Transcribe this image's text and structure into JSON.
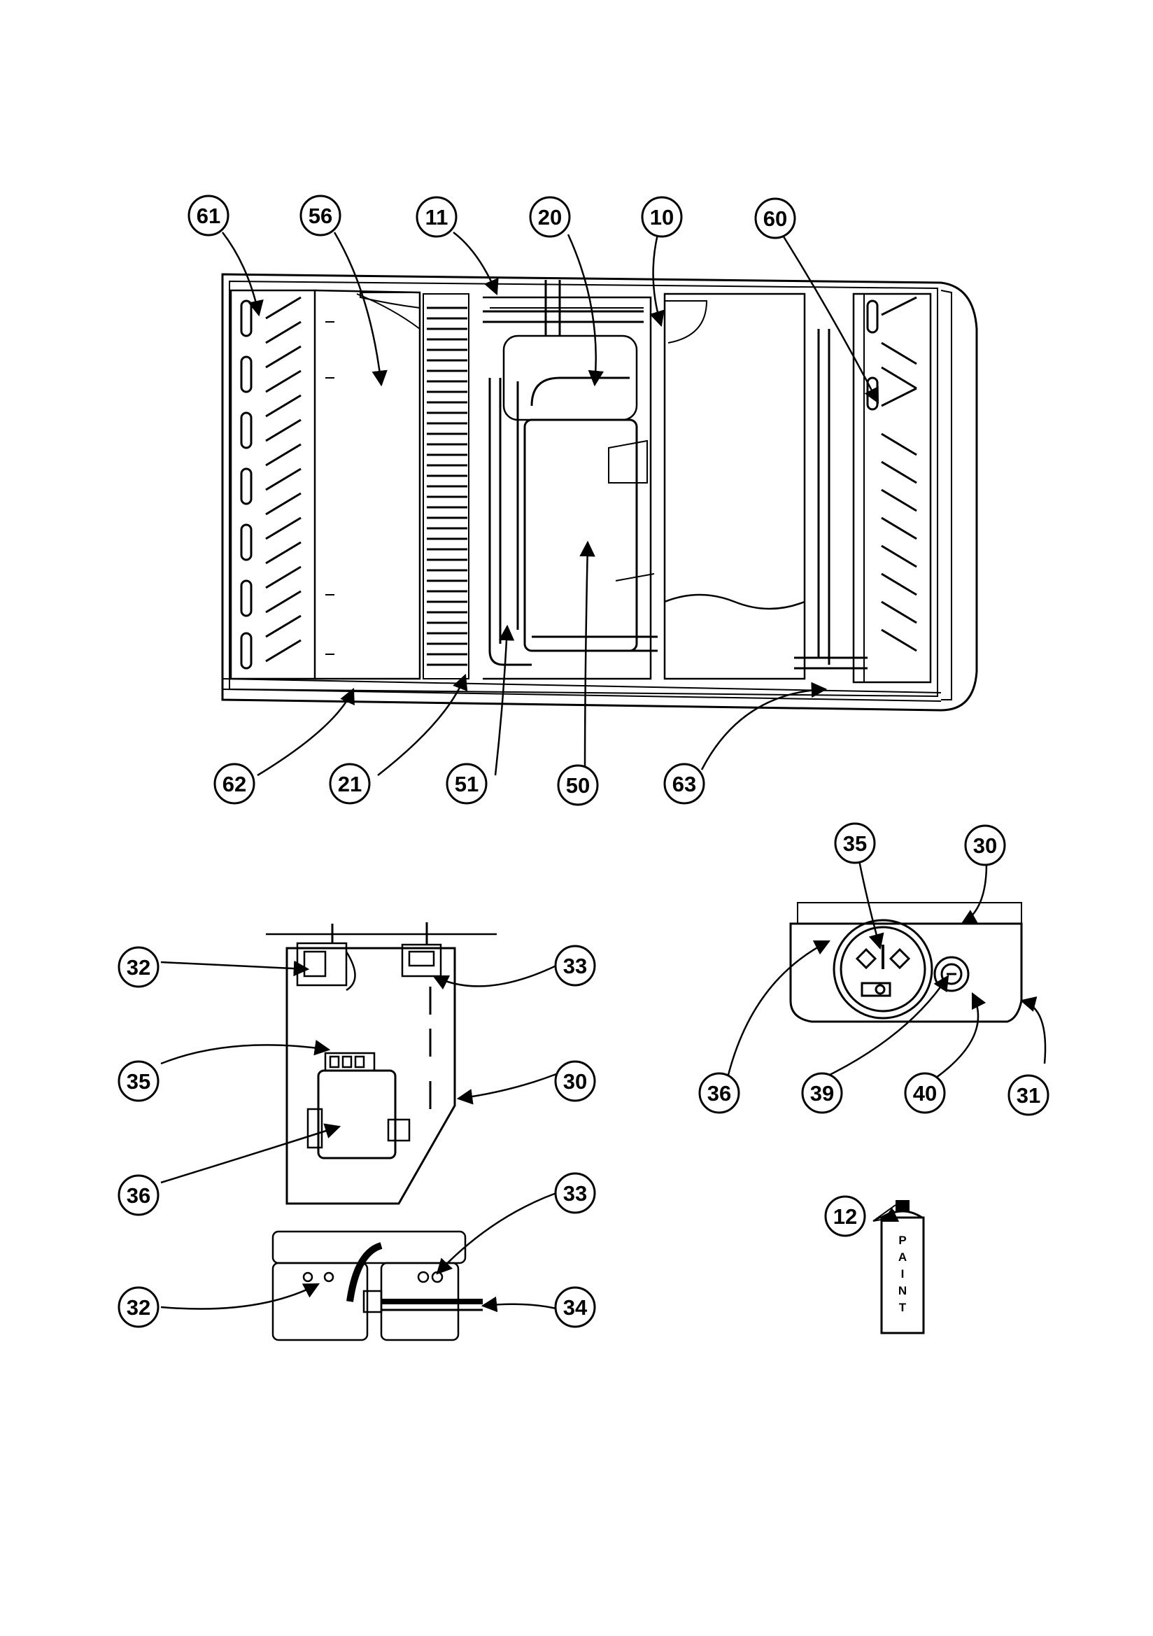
{
  "diagram": {
    "callouts": {
      "c61": "61",
      "c56": "56",
      "c11": "11",
      "c20": "20",
      "c10": "10",
      "c60": "60",
      "c62": "62",
      "c21": "21",
      "c51": "51",
      "c50": "50",
      "c63": "63",
      "c32a": "32",
      "c33a": "33",
      "c35a": "35",
      "c30a": "30",
      "c36a": "36",
      "c33b": "33",
      "c32b": "32",
      "c34": "34",
      "c35b": "35",
      "c30b": "30",
      "c36b": "36",
      "c39": "39",
      "c40": "40",
      "c31": "31",
      "c12": "12"
    },
    "paint_can": {
      "letters": [
        "P",
        "A",
        "I",
        "N",
        "T"
      ]
    }
  }
}
